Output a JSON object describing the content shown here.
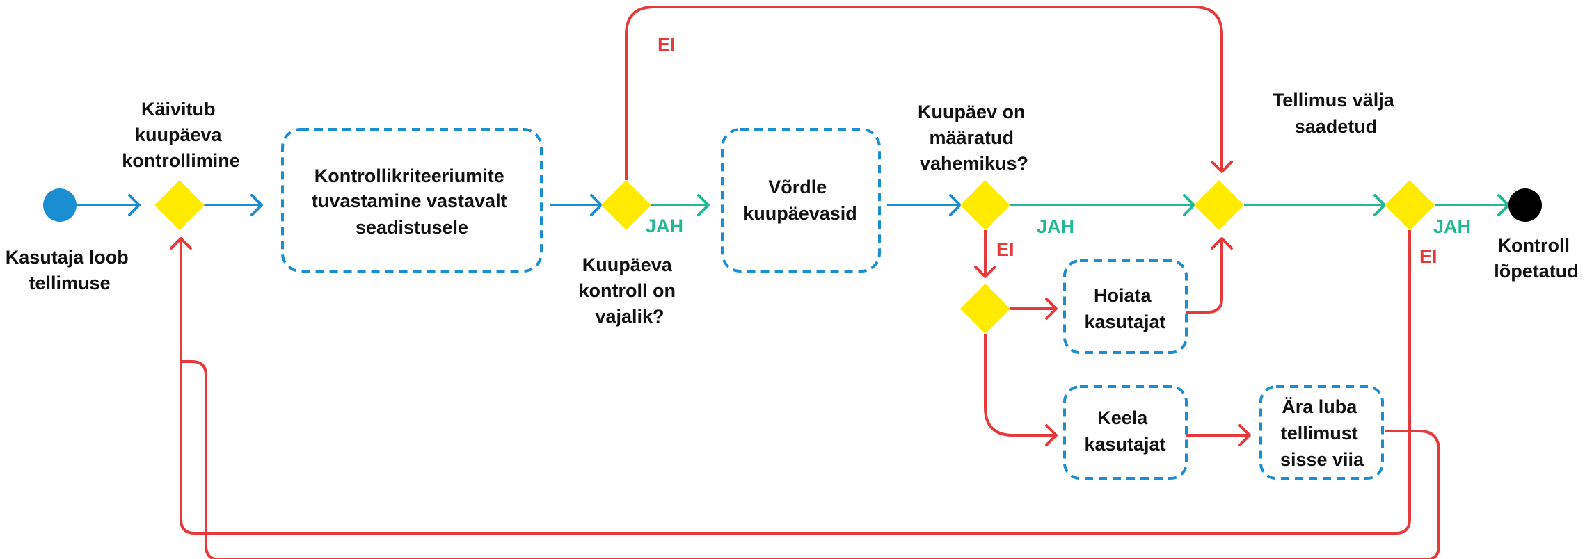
{
  "colors": {
    "blue": "#1a8ed0",
    "red": "#e63a3a",
    "green": "#23b894",
    "diamond": "#ffea00",
    "box_border": "#1a8ed0",
    "end": "#000000"
  },
  "start": {
    "label": [
      "Kasutaja loob",
      "tellimuse"
    ]
  },
  "end": {
    "label": [
      "Kontroll",
      "lõpetatud"
    ]
  },
  "decisions": {
    "d1": {
      "label": [
        "Käivitub",
        "kuupäeva",
        "kontrollimine"
      ]
    },
    "d2": {
      "label": [
        "Kuupäeva",
        "kontroll on",
        "vajalik?"
      ]
    },
    "d3": {
      "label": [
        "Kuupäev on",
        "määratud",
        "vahemikus?"
      ]
    },
    "d4": {
      "label": []
    },
    "d5": {
      "label": [
        "Tellimus välja",
        "saadetud"
      ]
    },
    "d6": {
      "label": []
    }
  },
  "boxes": {
    "criteria": {
      "label": [
        "Kontrollikriteeriumite",
        "tuvastamine vastavalt",
        "seadistusele"
      ]
    },
    "compare": {
      "label": [
        "Võrdle",
        "kuupäevasid"
      ]
    },
    "warn": {
      "label": [
        "Hoiata",
        "kasutajat"
      ]
    },
    "deny": {
      "label": [
        "Keela",
        "kasutajat"
      ]
    },
    "block": {
      "label": [
        "Ära luba",
        "tellimust",
        "sisse viia"
      ]
    }
  },
  "edge_labels": {
    "d2_yes": "JAH",
    "d2_no": "EI",
    "d3_yes": "JAH",
    "d3_no": "EI",
    "d6_yes": "JAH",
    "d6_no": "EI"
  }
}
